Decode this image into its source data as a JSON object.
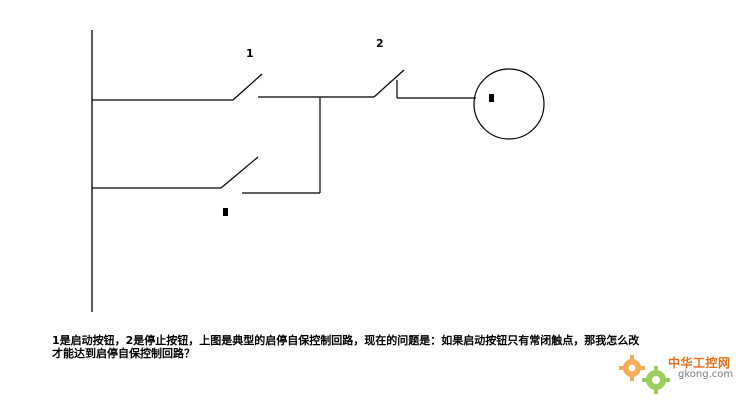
{
  "diagram": {
    "label_start_button": "1",
    "label_stop_button": "2"
  },
  "caption": {
    "line1": "1是启动按钮，2是停止按钮，上图是典型的启停自保控制回路，现在的问题是：如果启动按钮只有常闭触点，那我怎么改",
    "line2": "才能达到启停自保控制回路？"
  },
  "watermark": {
    "name": "中华工控网",
    "site": "gkong.com",
    "colors": {
      "orange": "#e8701a",
      "gray": "#7a7a7a"
    }
  }
}
